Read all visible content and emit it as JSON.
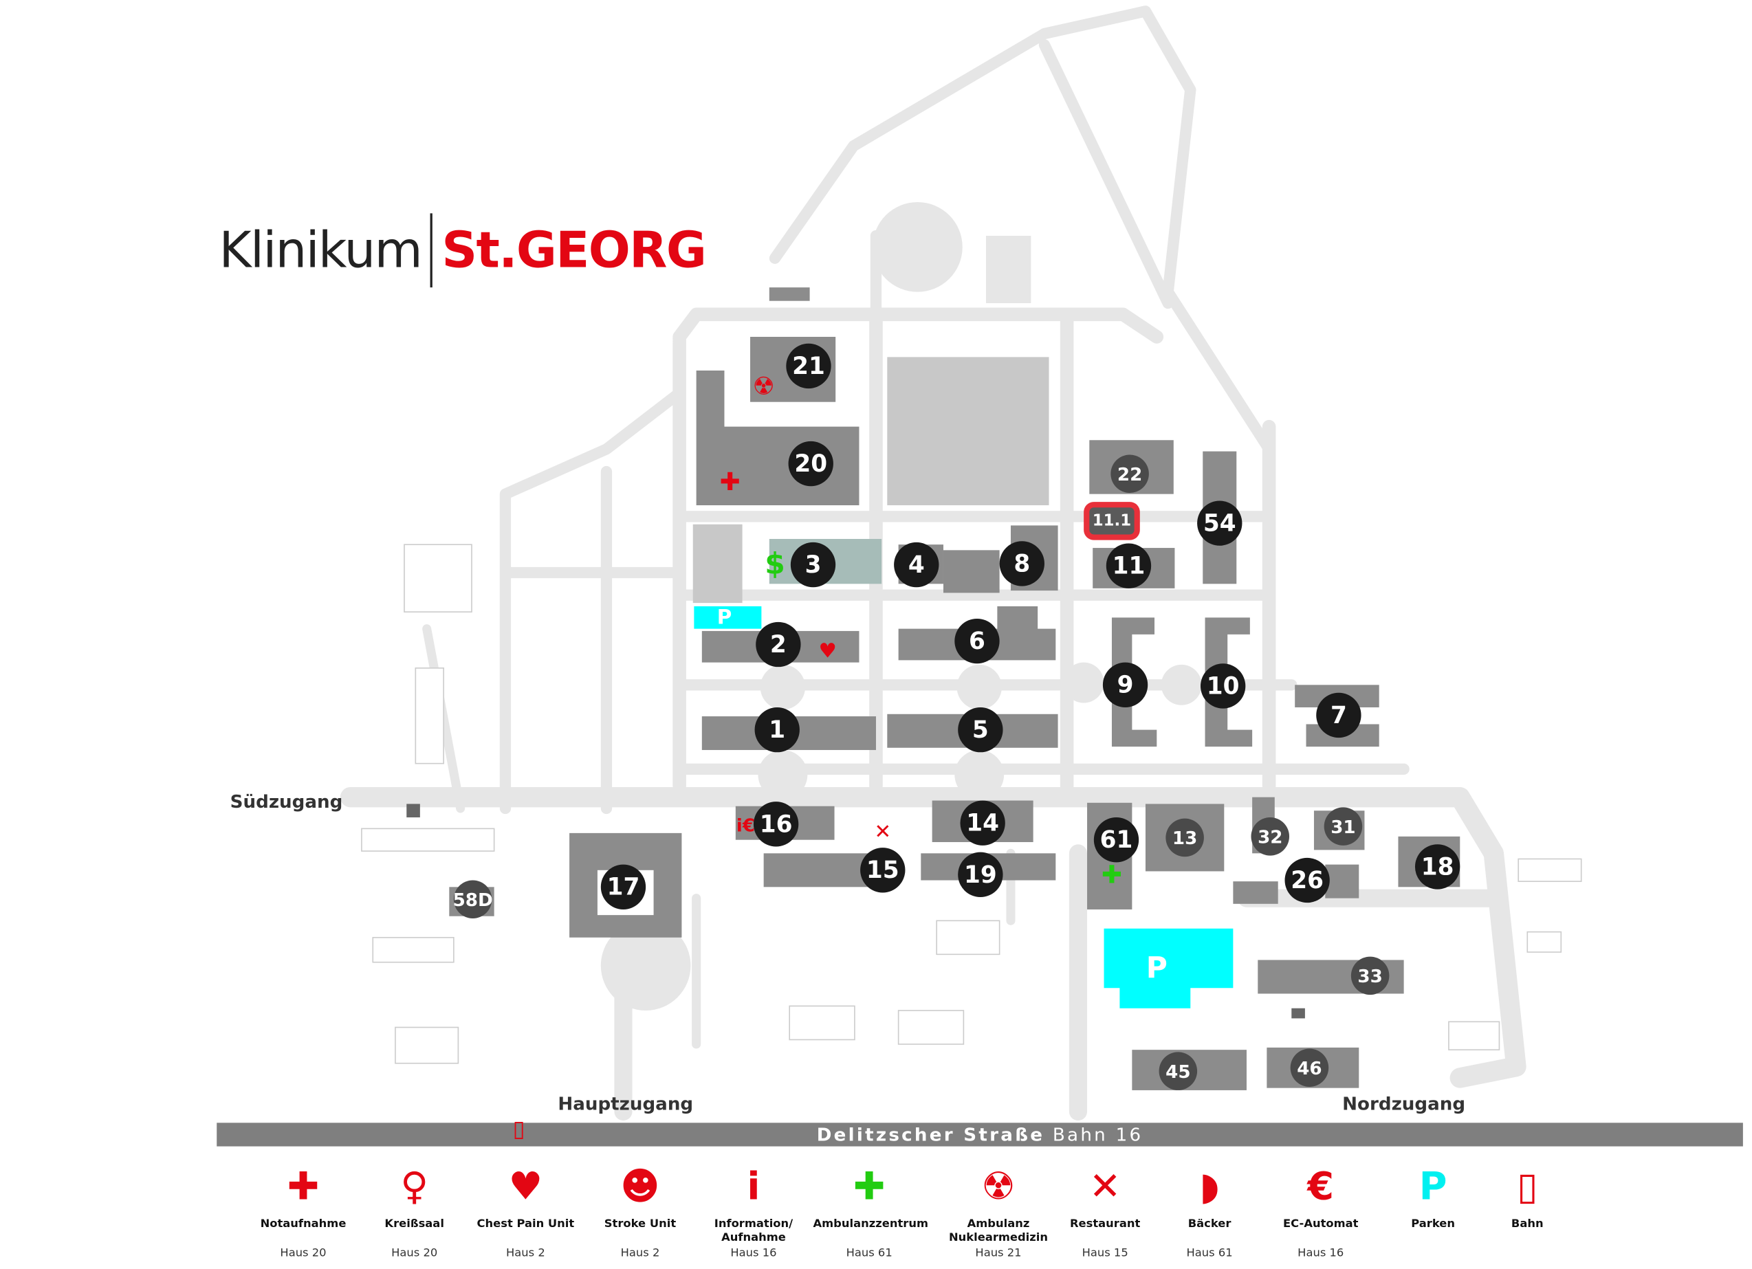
{
  "logo": {
    "part1": "Klinikum",
    "part2": "St.GEORG"
  },
  "buildings": [
    "21",
    "20",
    "3",
    "4",
    "8",
    "2",
    "6",
    "1",
    "5",
    "22",
    "11.1",
    "11",
    "54",
    "9",
    "10",
    "7",
    "16",
    "14",
    "15",
    "19",
    "61",
    "13",
    "32",
    "31",
    "26",
    "18",
    "17",
    "58D",
    "33",
    "45",
    "46"
  ],
  "map_markers": {
    "parking": "P"
  },
  "gates": {
    "south": "Südzugang",
    "main": "Hauptzugang",
    "north": "Nordzugang"
  },
  "street": {
    "name": "Delitzscher Straße",
    "tram": "Bahn 16"
  },
  "colors": {
    "accent": "#e30613",
    "green": "#22cc11",
    "parking": "#00ffff",
    "building": "#8c8c8c",
    "road": "#e6e6e6"
  },
  "legend": [
    {
      "icon": "cross-icon",
      "glyph": "✚",
      "label": "Notaufnahme",
      "haus": "Haus 20"
    },
    {
      "icon": "pacifier-icon",
      "glyph": "♀",
      "label": "Kreißsaal",
      "haus": "Haus 20"
    },
    {
      "icon": "heart-icon",
      "glyph": "♥",
      "label": "Chest Pain Unit",
      "haus": "Haus 2"
    },
    {
      "icon": "head-icon",
      "glyph": "☻",
      "label": "Stroke Unit",
      "haus": "Haus 2"
    },
    {
      "icon": "info-icon",
      "glyph": "i",
      "label": "Information/ Aufnahme",
      "haus": "Haus 16"
    },
    {
      "icon": "green-cross-icon",
      "glyph": "✚",
      "label": "Ambulanzzentrum",
      "haus": "Haus 61"
    },
    {
      "icon": "radiation-icon",
      "glyph": "☢",
      "label": "Ambulanz Nuklearmedizin",
      "haus": "Haus 21"
    },
    {
      "icon": "cutlery-icon",
      "glyph": "✕",
      "label": "Restaurant",
      "haus": "Haus 15"
    },
    {
      "icon": "bread-icon",
      "glyph": "◗",
      "label": "Bäcker",
      "haus": "Haus 61"
    },
    {
      "icon": "euro-icon",
      "glyph": "€",
      "label": "EC-Automat",
      "haus": "Haus 16"
    },
    {
      "icon": "parking-icon",
      "glyph": "P",
      "label": "Parken",
      "haus": ""
    },
    {
      "icon": "tram-icon",
      "glyph": "▯",
      "label": "Bahn",
      "haus": ""
    }
  ]
}
